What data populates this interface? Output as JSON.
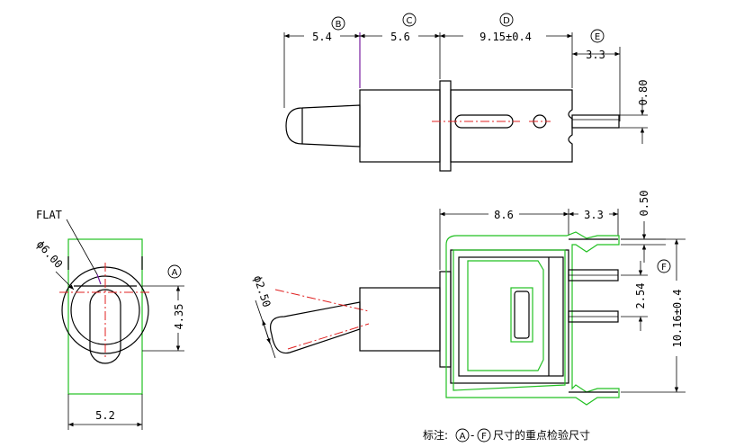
{
  "top_view": {
    "dim_b": "5.4",
    "dim_c": "5.6",
    "dim_d": "9.15±0.4",
    "dim_e": "3.3",
    "dim_pin_h": "0.80",
    "label_b": "B",
    "label_c": "C",
    "label_d": "D",
    "label_e": "E"
  },
  "front_view": {
    "flat_label": "FLAT",
    "dia_label": "ϕ6.00",
    "dim_a": "4.35",
    "dim_width": "5.2",
    "label_a": "A"
  },
  "side_view": {
    "dim_body": "8.6",
    "dim_pin": "3.3",
    "dim_pin_top": "0.50",
    "dim_pitch": "2.54",
    "dim_total": "10.16±0.4",
    "lever_dia": "ϕ2.50",
    "label_f": "F"
  },
  "note": {
    "prefix": "标注:",
    "from": "A",
    "dash": "-",
    "to": "F",
    "suffix": "尺寸的重点检验尺寸"
  },
  "colors": {
    "outline": "#000000",
    "check_outline": "#22c022",
    "center_line": "#e02020",
    "highlight": "#7a1fa0"
  }
}
